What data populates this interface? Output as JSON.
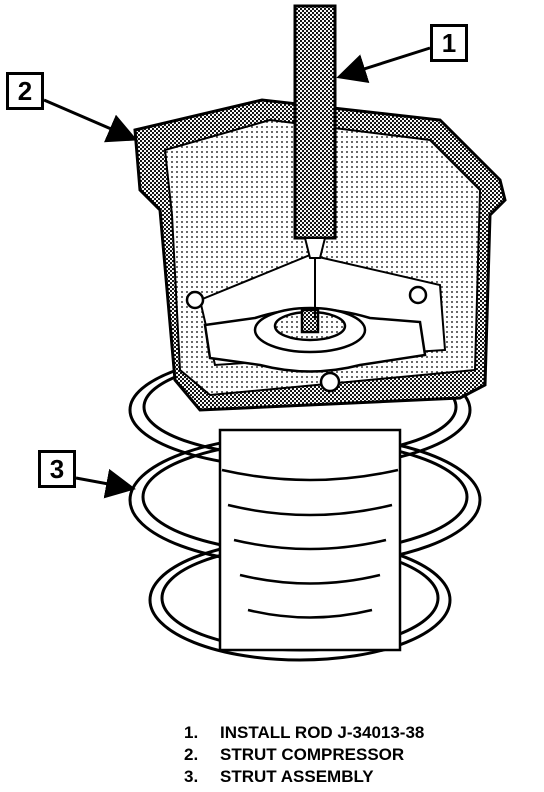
{
  "callouts": [
    {
      "number": "1"
    },
    {
      "number": "2"
    },
    {
      "number": "3"
    }
  ],
  "legend": [
    {
      "number": "1.",
      "text": "INSTALL ROD J-34013-38"
    },
    {
      "number": "2.",
      "text": "STRUT COMPRESSOR"
    },
    {
      "number": "3.",
      "text": "STRUT ASSEMBLY"
    }
  ],
  "colors": {
    "ink": "#000000",
    "paper": "#ffffff",
    "shading": "#555555"
  },
  "icons": {
    "arrow": "leader-arrow"
  }
}
